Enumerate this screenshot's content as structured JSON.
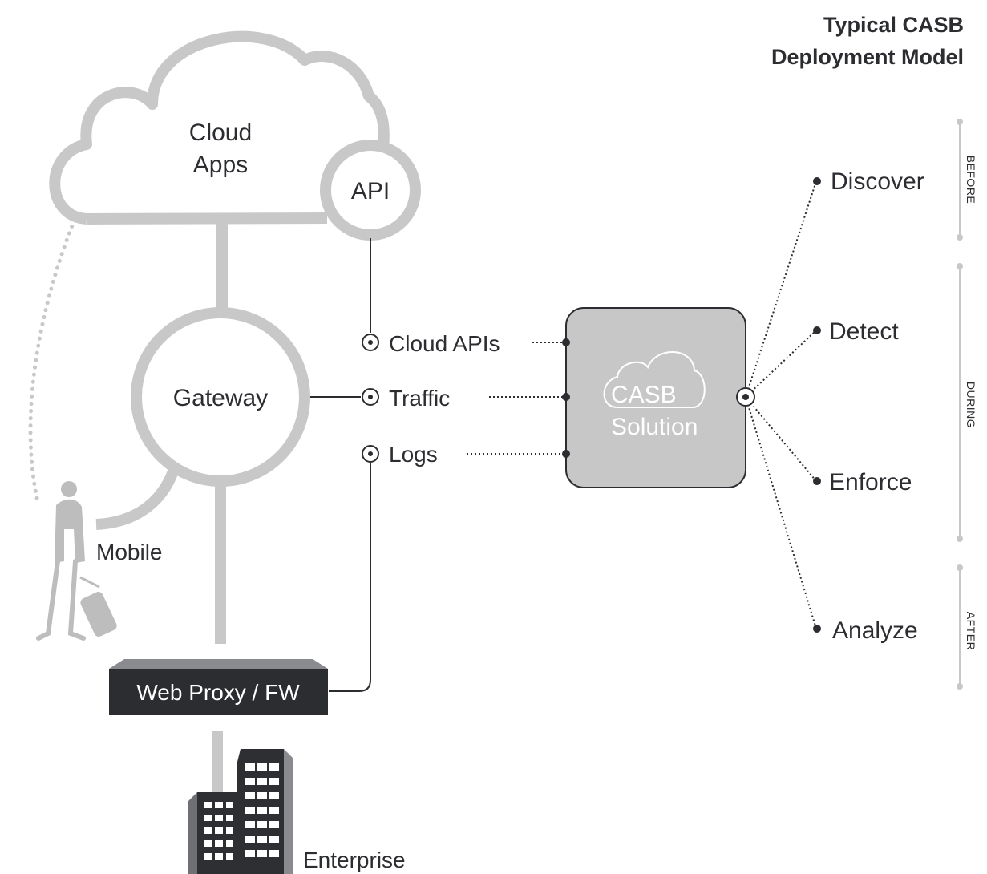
{
  "title": {
    "line1": "Typical CASB",
    "line2": "Deployment Model"
  },
  "cloud": {
    "line1": "Cloud",
    "line2": "Apps",
    "api": "API"
  },
  "gateway": "Gateway",
  "mobile": "Mobile",
  "proxy": "Web Proxy / FW",
  "enterprise": "Enterprise",
  "inputs": {
    "cloud_apis": "Cloud APIs",
    "traffic": "Traffic",
    "logs": "Logs"
  },
  "casb": {
    "line1": "CASB",
    "line2": "Solution"
  },
  "capabilities": [
    "Discover",
    "Detect",
    "Enforce",
    "Analyze"
  ],
  "phases": [
    "BEFORE",
    "DURING",
    "AFTER"
  ],
  "colors": {
    "gray_stroke": "#c8c8c9",
    "dark": "#2c2d31",
    "casb_fill": "#c7c7c8",
    "proxy_fill": "#2c2d31",
    "building": "#2e2f33"
  },
  "icons": [
    "cloud-icon",
    "building-icon",
    "traveler-icon",
    "target-icon"
  ]
}
